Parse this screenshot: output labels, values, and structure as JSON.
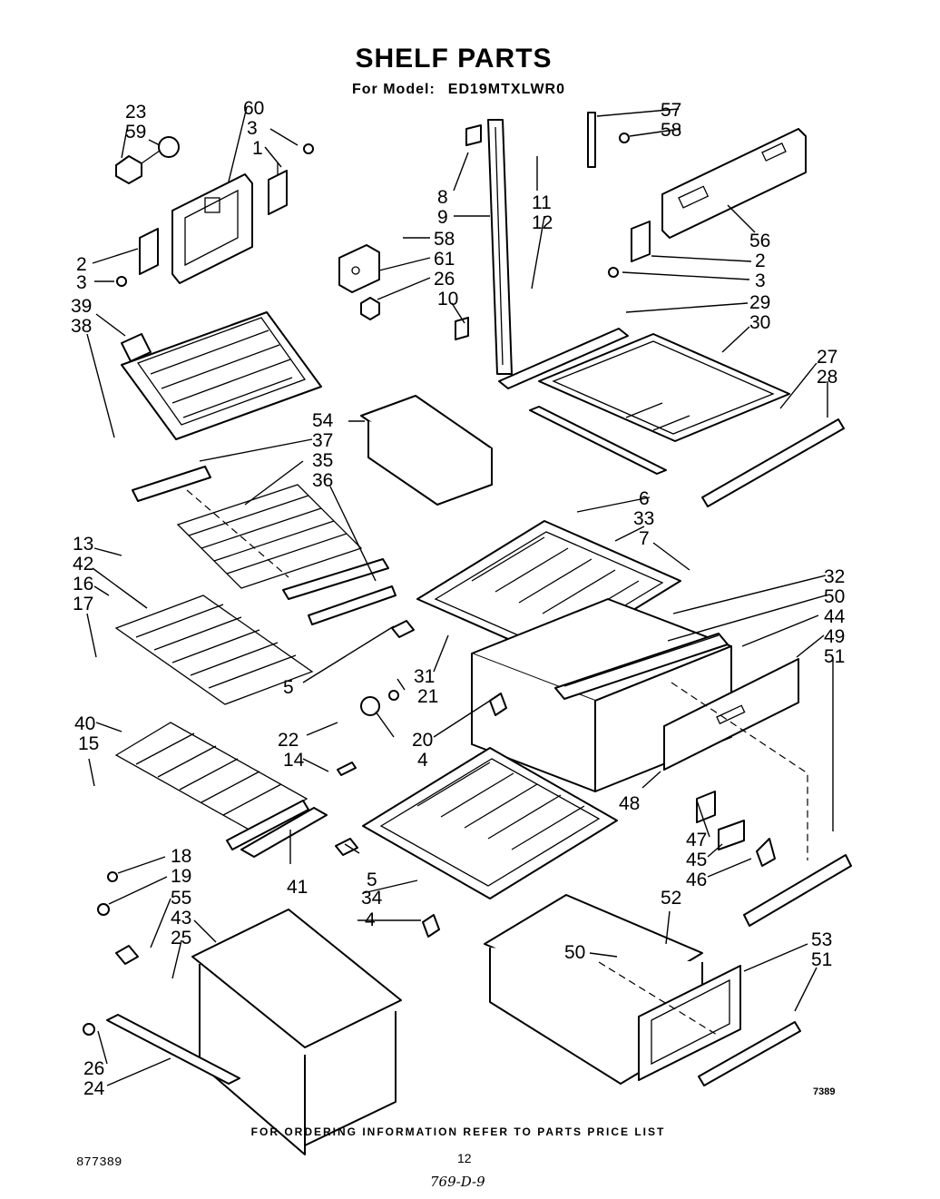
{
  "header": {
    "title": "SHELF PARTS",
    "model_label": "For Model:",
    "model_number": "ED19MTXLWR0"
  },
  "footer": {
    "ordering_note": "FOR ORDERING INFORMATION REFER TO PARTS PRICE LIST",
    "document_number": "877389",
    "page_number": "12",
    "handwritten_note": "769-D-9",
    "figure_ref": "7389"
  },
  "callouts": [
    "23",
    "59",
    "60",
    "3",
    "1",
    "2",
    "3",
    "39",
    "38",
    "8",
    "9",
    "11",
    "12",
    "58",
    "61",
    "26",
    "10",
    "57",
    "58",
    "56",
    "2",
    "3",
    "29",
    "30",
    "27",
    "28",
    "54",
    "37",
    "35",
    "36",
    "13",
    "42",
    "16",
    "17",
    "6",
    "33",
    "7",
    "32",
    "50",
    "44",
    "49",
    "51",
    "5",
    "31",
    "21",
    "22",
    "20",
    "4",
    "14",
    "40",
    "15",
    "48",
    "47",
    "45",
    "46",
    "18",
    "19",
    "55",
    "43",
    "25",
    "41",
    "5",
    "34",
    "4",
    "52",
    "50",
    "53",
    "51",
    "26",
    "24"
  ]
}
